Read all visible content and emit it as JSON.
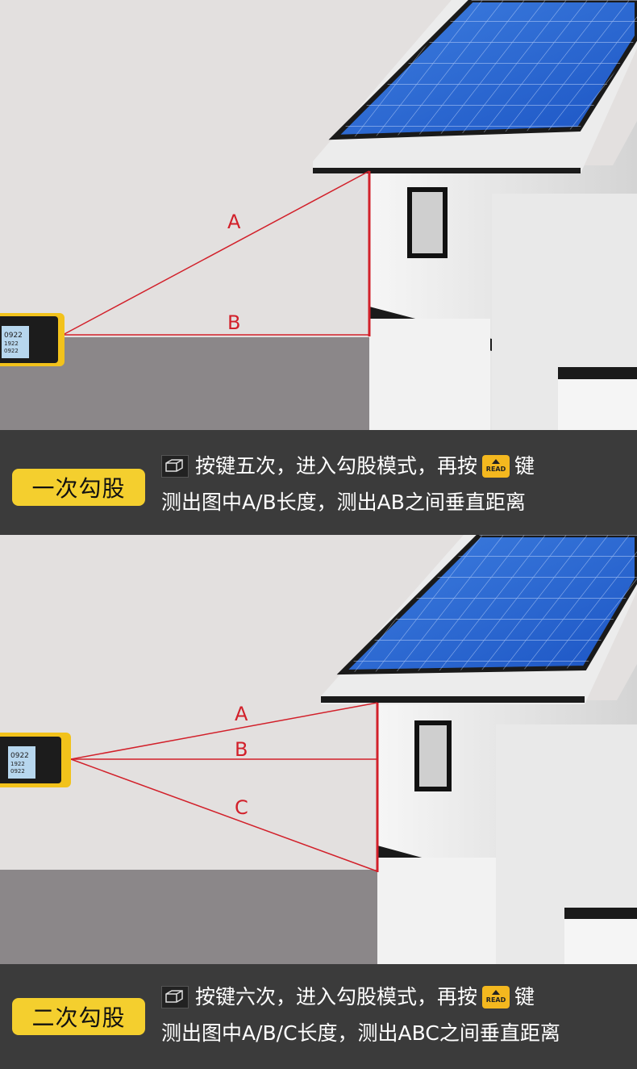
{
  "panels": [
    {
      "title": "一次勾股",
      "line1_before": "按键五次，进入勾股模式，再按",
      "line1_after": "键",
      "line2": "测出图中A/B长度，测出AB之间垂直距离",
      "labels": [
        "A",
        "B"
      ]
    },
    {
      "title": "二次勾股",
      "line1_before": "按键六次，进入勾股模式，再按",
      "line1_after": "键",
      "line2": "测出图中A/B/C长度，测出ABC之间垂直距离",
      "labels": [
        "A",
        "B",
        "C"
      ]
    }
  ],
  "read_key": {
    "label": "READ",
    "icon": "up-triangle-icon"
  },
  "mode_icon": "measure-mode-icon",
  "device_display": [
    "0922",
    "1922",
    "0922",
    "0922"
  ],
  "colors": {
    "accent": "#f4cf2e",
    "laser": "#d2202a",
    "band": "#3b3b3b",
    "wall": "#e3e0df",
    "floor": "#8b8789"
  }
}
